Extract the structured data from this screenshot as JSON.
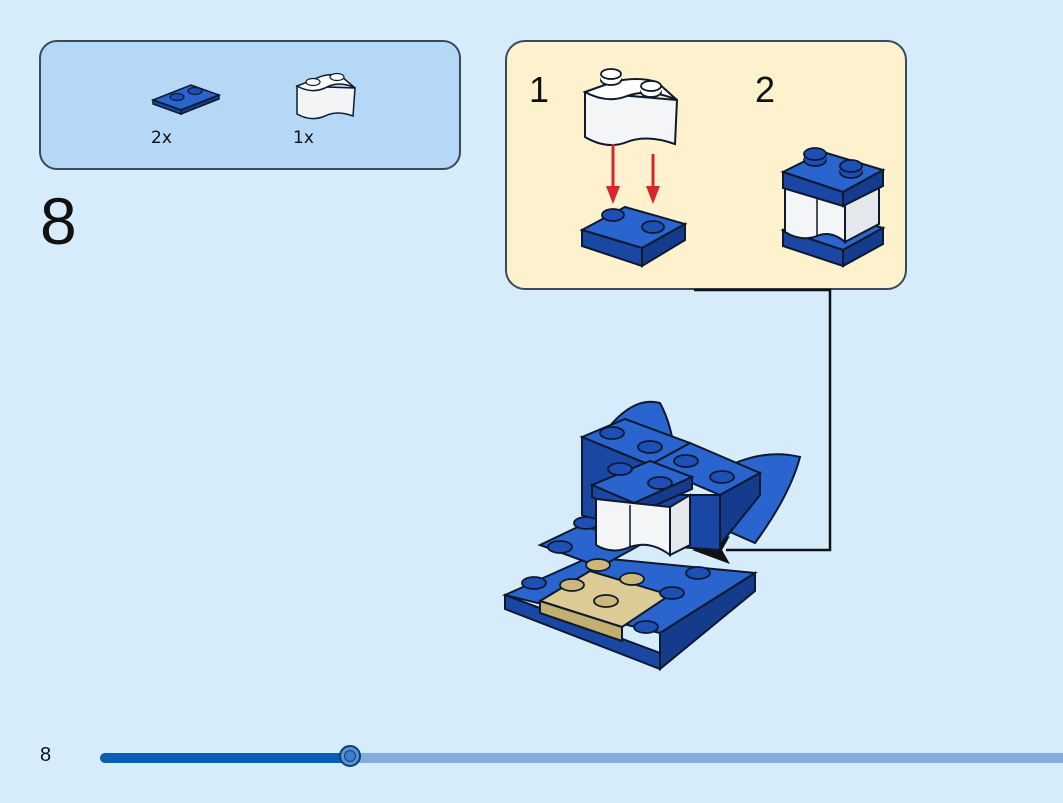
{
  "parts_list": {
    "items": [
      {
        "icon": "blue-plate-1x2-icon",
        "quantity": "2x"
      },
      {
        "icon": "white-curved-brick-1x2-icon",
        "quantity": "1x"
      }
    ]
  },
  "step": {
    "number": "8"
  },
  "sub_assembly": {
    "steps": [
      {
        "number": "1"
      },
      {
        "number": "2"
      }
    ]
  },
  "footer": {
    "page_number": "8",
    "progress": 0.26
  },
  "colors": {
    "brick_blue": "#1f56c2",
    "brick_white": "#f4f6f8",
    "brick_tan": "#dccb94",
    "arrow_red": "#d6252b",
    "outline": "#0d1a2e"
  }
}
